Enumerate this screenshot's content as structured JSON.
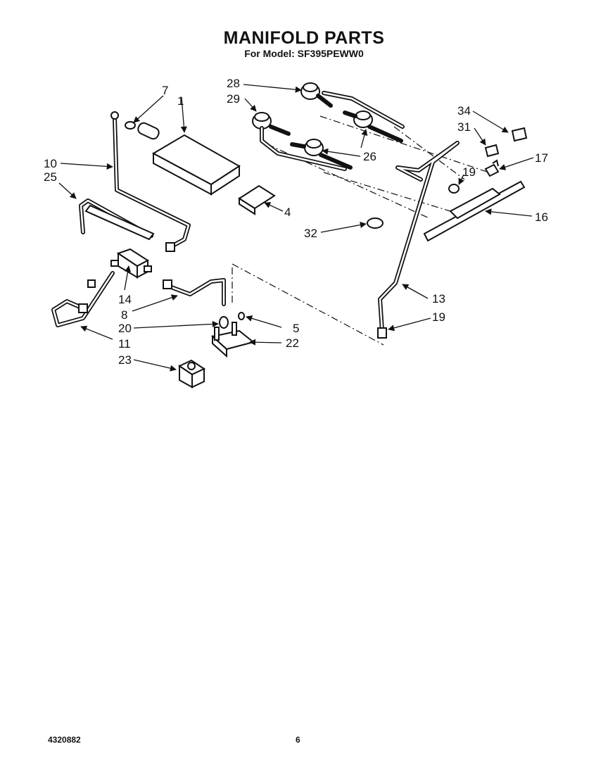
{
  "header": {
    "title": "MANIFOLD PARTS",
    "subtitle": "For Model: SF395PEWW0"
  },
  "footer": {
    "doc_number": "4320882",
    "page_number": "6"
  },
  "callouts": {
    "p1": "1",
    "p4": "4",
    "p5": "5",
    "p7": "7",
    "p8": "8",
    "p10": "10",
    "p11": "11",
    "p13": "13",
    "p14": "14",
    "p16": "16",
    "p17": "17",
    "p19a": "19",
    "p19b": "19",
    "p20": "20",
    "p22": "22",
    "p23": "23",
    "p25": "25",
    "p26": "26",
    "p28": "28",
    "p29": "29",
    "p31": "31",
    "p32": "32",
    "p34": "34"
  }
}
